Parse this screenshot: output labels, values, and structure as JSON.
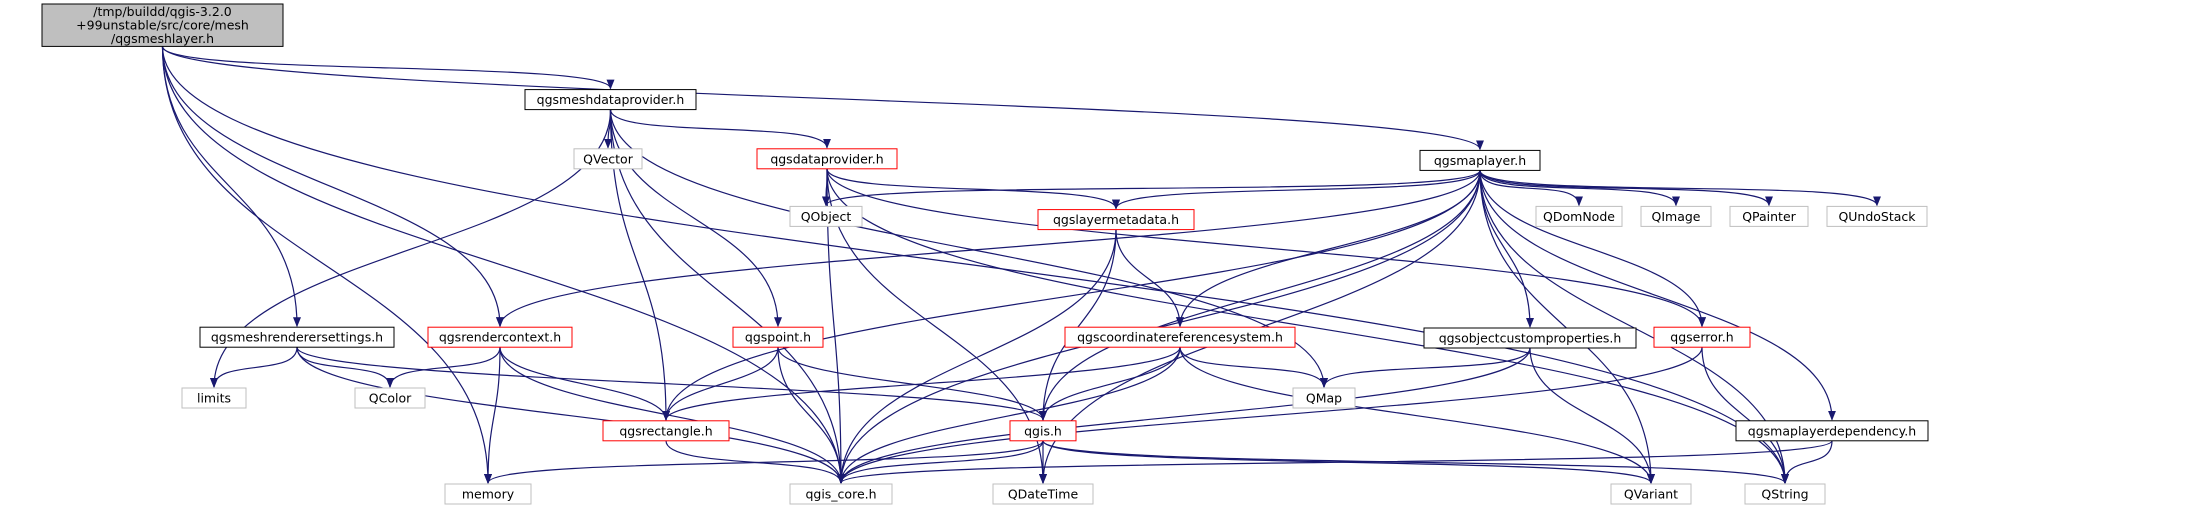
{
  "colors": {
    "edge": "#191970",
    "root_fill": "#bfbfbf",
    "root_stroke": "#000000",
    "documented_stroke": "#000000",
    "truncated_stroke": "#ff0000",
    "external_stroke": "#bfbfbf",
    "text": "#000000",
    "background": "#ffffff"
  },
  "nodes": [
    {
      "id": "root",
      "label": "/tmp/buildd/qgis-3.2.0\n+99unstable/src/core/mesh\n/qgsmeshlayer.h",
      "kind": "root"
    },
    {
      "id": "meshdataprovider",
      "label": "qgsmeshdataprovider.h",
      "kind": "documented"
    },
    {
      "id": "maplayer",
      "label": "qgsmaplayer.h",
      "kind": "documented"
    },
    {
      "id": "qvector",
      "label": "QVector",
      "kind": "external"
    },
    {
      "id": "dataprovider",
      "label": "qgsdataprovider.h",
      "kind": "truncated"
    },
    {
      "id": "qobject",
      "label": "QObject",
      "kind": "external"
    },
    {
      "id": "layermetadata",
      "label": "qgslayermetadata.h",
      "kind": "truncated"
    },
    {
      "id": "qdomnode",
      "label": "QDomNode",
      "kind": "external"
    },
    {
      "id": "qimage",
      "label": "QImage",
      "kind": "external"
    },
    {
      "id": "qpainter",
      "label": "QPainter",
      "kind": "external"
    },
    {
      "id": "qundostack",
      "label": "QUndoStack",
      "kind": "external"
    },
    {
      "id": "meshrenderersettings",
      "label": "qgsmeshrenderersettings.h",
      "kind": "documented"
    },
    {
      "id": "rendercontext",
      "label": "qgsrendercontext.h",
      "kind": "truncated"
    },
    {
      "id": "point",
      "label": "qgspoint.h",
      "kind": "truncated"
    },
    {
      "id": "crs",
      "label": "qgscoordinatereferencesystem.h",
      "kind": "truncated"
    },
    {
      "id": "objectcustomproperties",
      "label": "qgsobjectcustomproperties.h",
      "kind": "documented"
    },
    {
      "id": "error",
      "label": "qgserror.h",
      "kind": "truncated"
    },
    {
      "id": "limits",
      "label": "limits",
      "kind": "external"
    },
    {
      "id": "qcolor",
      "label": "QColor",
      "kind": "external"
    },
    {
      "id": "rectangle",
      "label": "qgsrectangle.h",
      "kind": "truncated"
    },
    {
      "id": "qgis",
      "label": "qgis.h",
      "kind": "truncated"
    },
    {
      "id": "qmap",
      "label": "QMap",
      "kind": "external"
    },
    {
      "id": "maplayerdependency",
      "label": "qgsmaplayerdependency.h",
      "kind": "documented"
    },
    {
      "id": "memory",
      "label": "memory",
      "kind": "external"
    },
    {
      "id": "qgiscore",
      "label": "qgis_core.h",
      "kind": "external"
    },
    {
      "id": "qdatetime",
      "label": "QDateTime",
      "kind": "external"
    },
    {
      "id": "qvariant",
      "label": "QVariant",
      "kind": "external"
    },
    {
      "id": "qstring",
      "label": "QString",
      "kind": "external"
    }
  ],
  "edges": [
    [
      "root",
      "meshdataprovider"
    ],
    [
      "root",
      "maplayer"
    ],
    [
      "root",
      "meshrenderersettings"
    ],
    [
      "root",
      "rendercontext"
    ],
    [
      "root",
      "memory"
    ],
    [
      "root",
      "qgiscore"
    ],
    [
      "root",
      "qstring"
    ],
    [
      "meshdataprovider",
      "qvector"
    ],
    [
      "meshdataprovider",
      "dataprovider"
    ],
    [
      "meshdataprovider",
      "point"
    ],
    [
      "meshdataprovider",
      "rectangle"
    ],
    [
      "meshdataprovider",
      "qmap"
    ],
    [
      "meshdataprovider",
      "limits"
    ],
    [
      "meshdataprovider",
      "qgiscore"
    ],
    [
      "maplayer",
      "layermetadata"
    ],
    [
      "maplayer",
      "qobject"
    ],
    [
      "maplayer",
      "qdomnode"
    ],
    [
      "maplayer",
      "qimage"
    ],
    [
      "maplayer",
      "qpainter"
    ],
    [
      "maplayer",
      "qundostack"
    ],
    [
      "maplayer",
      "crs"
    ],
    [
      "maplayer",
      "objectcustomproperties"
    ],
    [
      "maplayer",
      "error"
    ],
    [
      "maplayer",
      "maplayerdependency"
    ],
    [
      "maplayer",
      "rendercontext"
    ],
    [
      "maplayer",
      "rectangle"
    ],
    [
      "maplayer",
      "qgis"
    ],
    [
      "maplayer",
      "qgiscore"
    ],
    [
      "maplayer",
      "qdatetime"
    ],
    [
      "maplayer",
      "qvariant"
    ],
    [
      "maplayer",
      "qstring"
    ],
    [
      "dataprovider",
      "qobject"
    ],
    [
      "dataprovider",
      "layermetadata"
    ],
    [
      "dataprovider",
      "error"
    ],
    [
      "dataprovider",
      "qdatetime"
    ],
    [
      "dataprovider",
      "qgiscore"
    ],
    [
      "dataprovider",
      "qstring"
    ],
    [
      "layermetadata",
      "crs"
    ],
    [
      "layermetadata",
      "qgis"
    ],
    [
      "layermetadata",
      "qgiscore"
    ],
    [
      "meshrenderersettings",
      "limits"
    ],
    [
      "meshrenderersettings",
      "qcolor"
    ],
    [
      "meshrenderersettings",
      "qgis"
    ],
    [
      "meshrenderersettings",
      "qgiscore"
    ],
    [
      "rendercontext",
      "qcolor"
    ],
    [
      "rendercontext",
      "rectangle"
    ],
    [
      "rendercontext",
      "memory"
    ],
    [
      "rendercontext",
      "qgiscore"
    ],
    [
      "point",
      "rectangle"
    ],
    [
      "point",
      "qgis"
    ],
    [
      "point",
      "qgiscore"
    ],
    [
      "crs",
      "rectangle"
    ],
    [
      "crs",
      "qgis"
    ],
    [
      "crs",
      "qmap"
    ],
    [
      "crs",
      "qgiscore"
    ],
    [
      "crs",
      "qvariant"
    ],
    [
      "objectcustomproperties",
      "qmap"
    ],
    [
      "objectcustomproperties",
      "qvariant"
    ],
    [
      "objectcustomproperties",
      "qgiscore"
    ],
    [
      "error",
      "qstring"
    ],
    [
      "error",
      "qgiscore"
    ],
    [
      "rectangle",
      "qgiscore"
    ],
    [
      "qgis",
      "memory"
    ],
    [
      "qgis",
      "qgiscore"
    ],
    [
      "qgis",
      "qdatetime"
    ],
    [
      "qgis",
      "qvariant"
    ],
    [
      "qgis",
      "qstring"
    ],
    [
      "maplayerdependency",
      "qstring"
    ],
    [
      "maplayerdependency",
      "qgiscore"
    ]
  ]
}
